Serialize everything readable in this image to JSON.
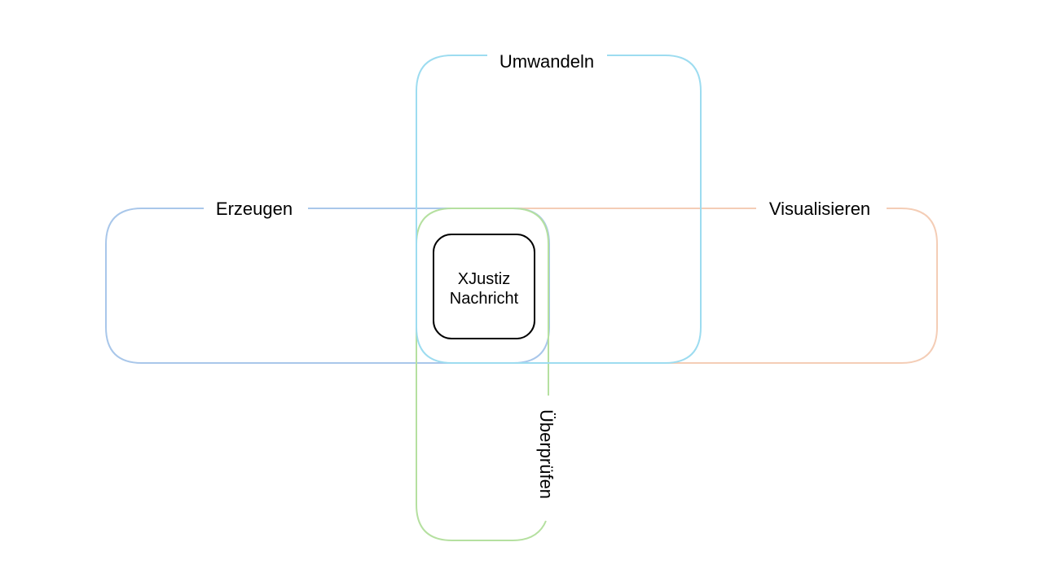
{
  "diagram": {
    "center": {
      "line1": "XJustiz",
      "line2": "Nachricht",
      "stroke_color": "#000000"
    },
    "frames": {
      "umwandeln": {
        "label": "Umwandeln",
        "color": "#9ddcf0"
      },
      "erzeugen": {
        "label": "Erzeugen",
        "color": "#a9c7ea"
      },
      "visualisieren": {
        "label": "Visualisieren",
        "color": "#f4cdb6"
      },
      "ueberpruefen": {
        "label": "Überprüfen",
        "color": "#b5e0a0"
      }
    }
  }
}
